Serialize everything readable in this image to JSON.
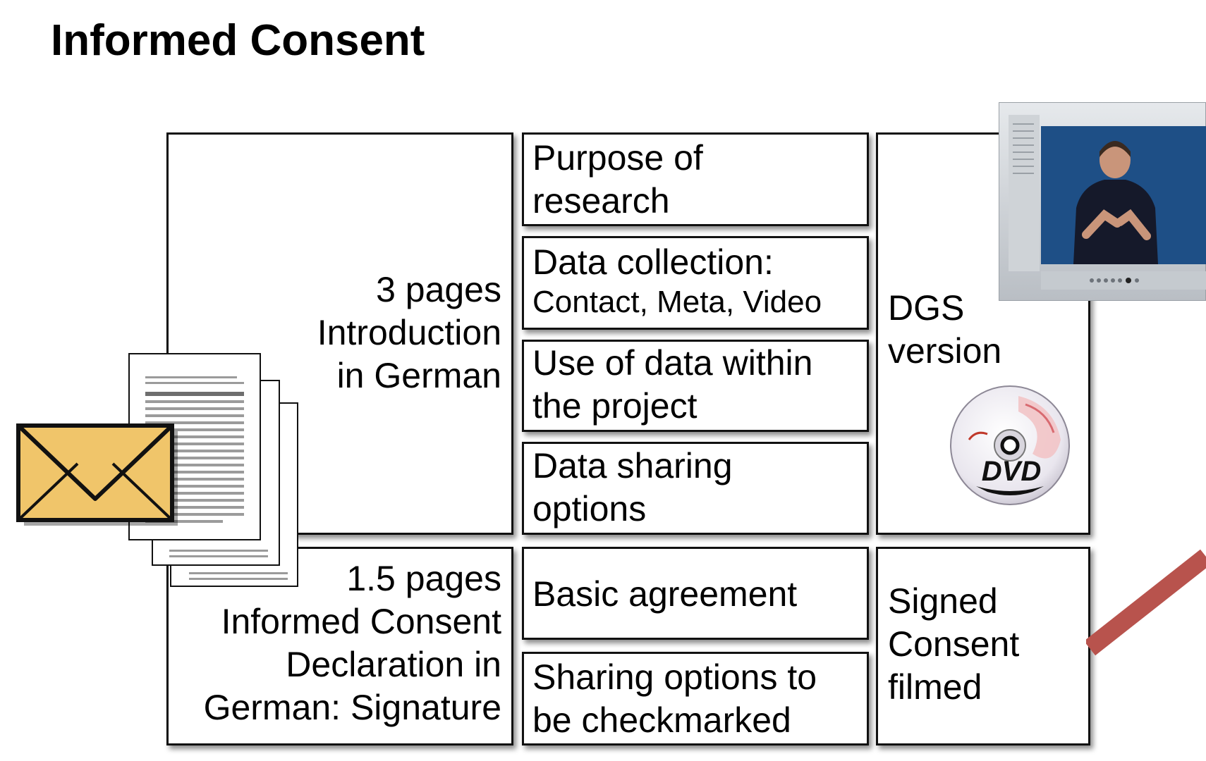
{
  "page": {
    "title": "Informed Consent"
  },
  "intro": {
    "text": "3 pages\nIntroduction\nin German"
  },
  "consent_doc": {
    "text": "1.5 pages\nInformed Consent\nDeclaration in\nGerman: Signature"
  },
  "topics": {
    "purpose": "Purpose of\nresearch",
    "data_collection_title": "Data collection:",
    "data_collection_detail": "Contact, Meta, Video",
    "use_of_data": "Use of data within\nthe project",
    "sharing_options": "Data sharing\noptions",
    "basic_agreement": "Basic agreement",
    "checkmarked": "Sharing options to\nbe checkmarked"
  },
  "dgs": {
    "text": "DGS\nversion"
  },
  "signed": {
    "text": "Signed\nConsent\nfilmed"
  },
  "dvd": {
    "logo_text": "DVD"
  },
  "icons": [
    "envelope-icon",
    "document-pages-icon",
    "tv-icon",
    "dvd-icon"
  ],
  "colors": {
    "envelope": "#f0c56a",
    "tv_screen": "#1e4f86",
    "accent_line": "#b8534d"
  }
}
